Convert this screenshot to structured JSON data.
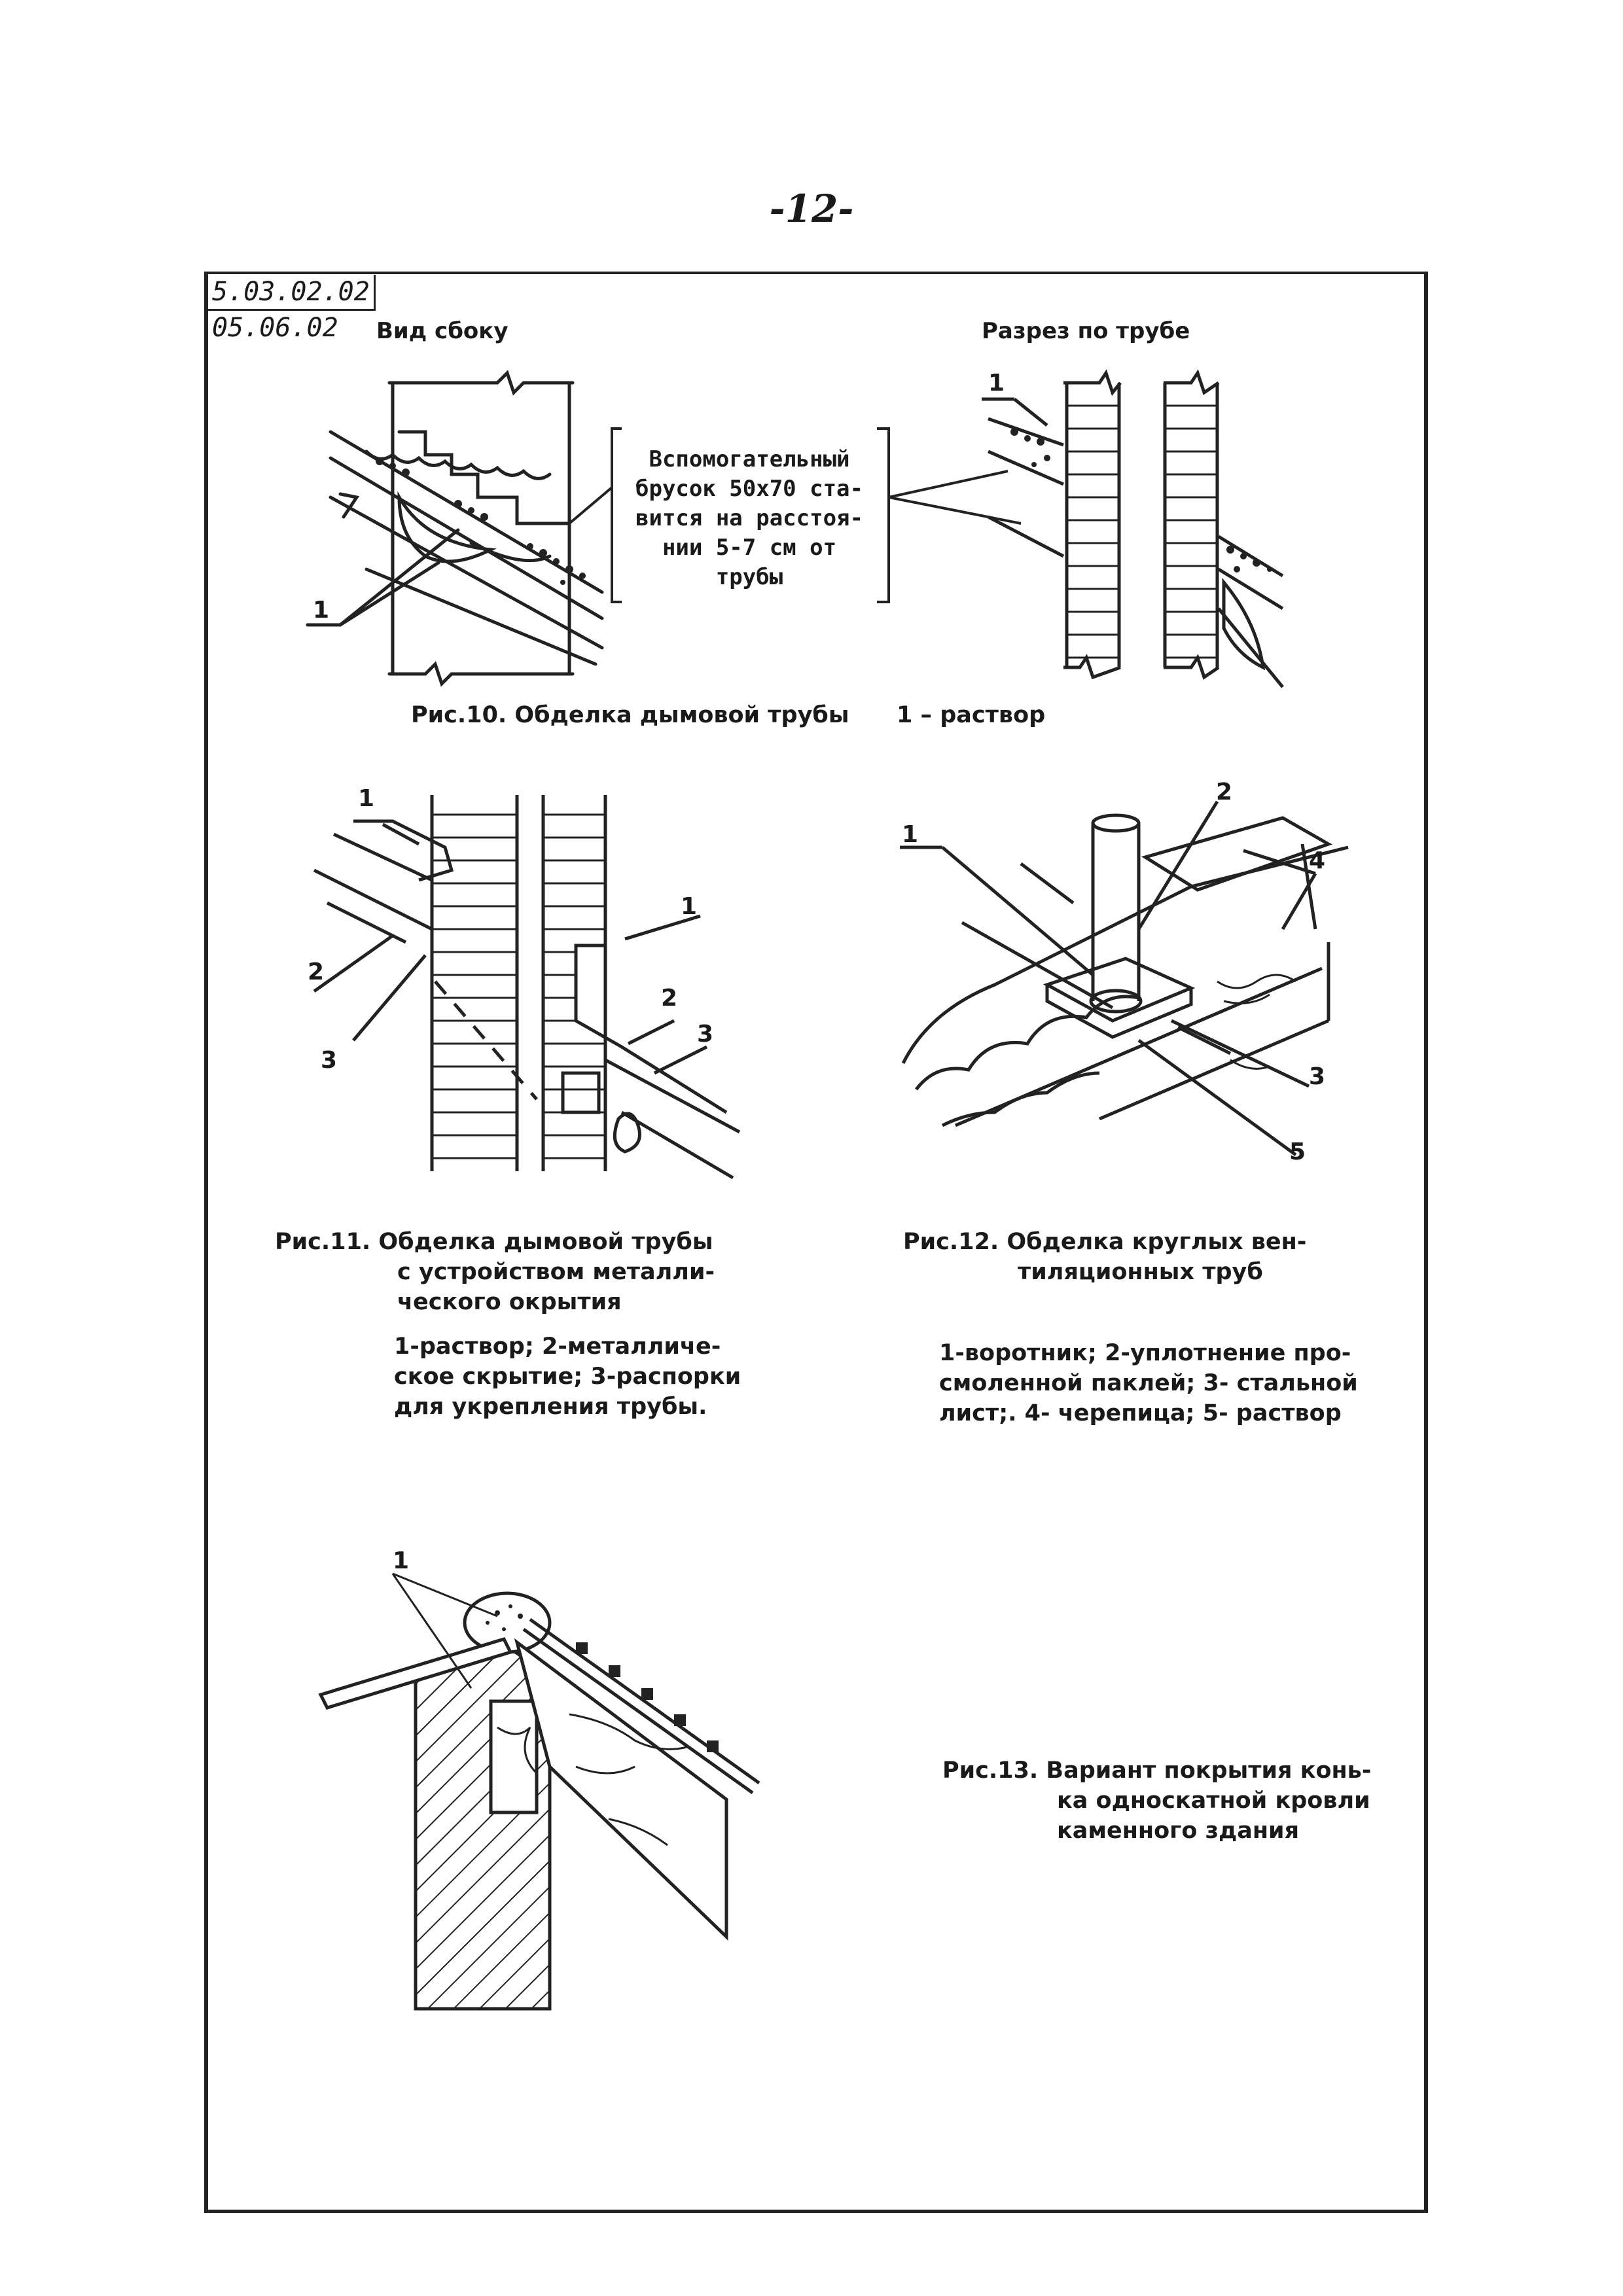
{
  "page": {
    "number": "-12-",
    "codes": [
      "5.03.02.02",
      "05.06.02"
    ]
  },
  "fig10": {
    "title_left": "Вид сбоку",
    "title_right": "Разрез по трубе",
    "note": [
      "Вспомогательный",
      "брусок 50х70 ста-",
      "вится на расстоя-",
      "нии 5-7 см от",
      "трубы"
    ],
    "callout_left": "1",
    "callout_right": "1",
    "caption": "Рис.10. Обделка дымовой трубы",
    "legend": "1 – раствор"
  },
  "fig11": {
    "callouts": [
      "1",
      "2",
      "3",
      "1",
      "2",
      "3"
    ],
    "caption": [
      "Рис.11. Обделка дымовой трубы",
      "с устройством металли-",
      "ческого окрытия"
    ],
    "legend": [
      "1-раствор; 2-металличе-",
      "ское скрытие; 3-распорки",
      "для укрепления трубы."
    ]
  },
  "fig12": {
    "callouts": [
      "1",
      "2",
      "4",
      "3",
      "5"
    ],
    "caption": [
      "Рис.12. Обделка круглых вен-",
      "тиляционных труб"
    ],
    "legend": [
      "1-воротник; 2-уплотнение про-",
      "смоленной паклей; 3- стальной",
      "лист;. 4- черепица; 5- раствор"
    ]
  },
  "fig13": {
    "callout": "1",
    "caption": [
      "Рис.13. Вариант покрытия конь-",
      "ка односкатной кровли",
      "каменного здания"
    ]
  }
}
